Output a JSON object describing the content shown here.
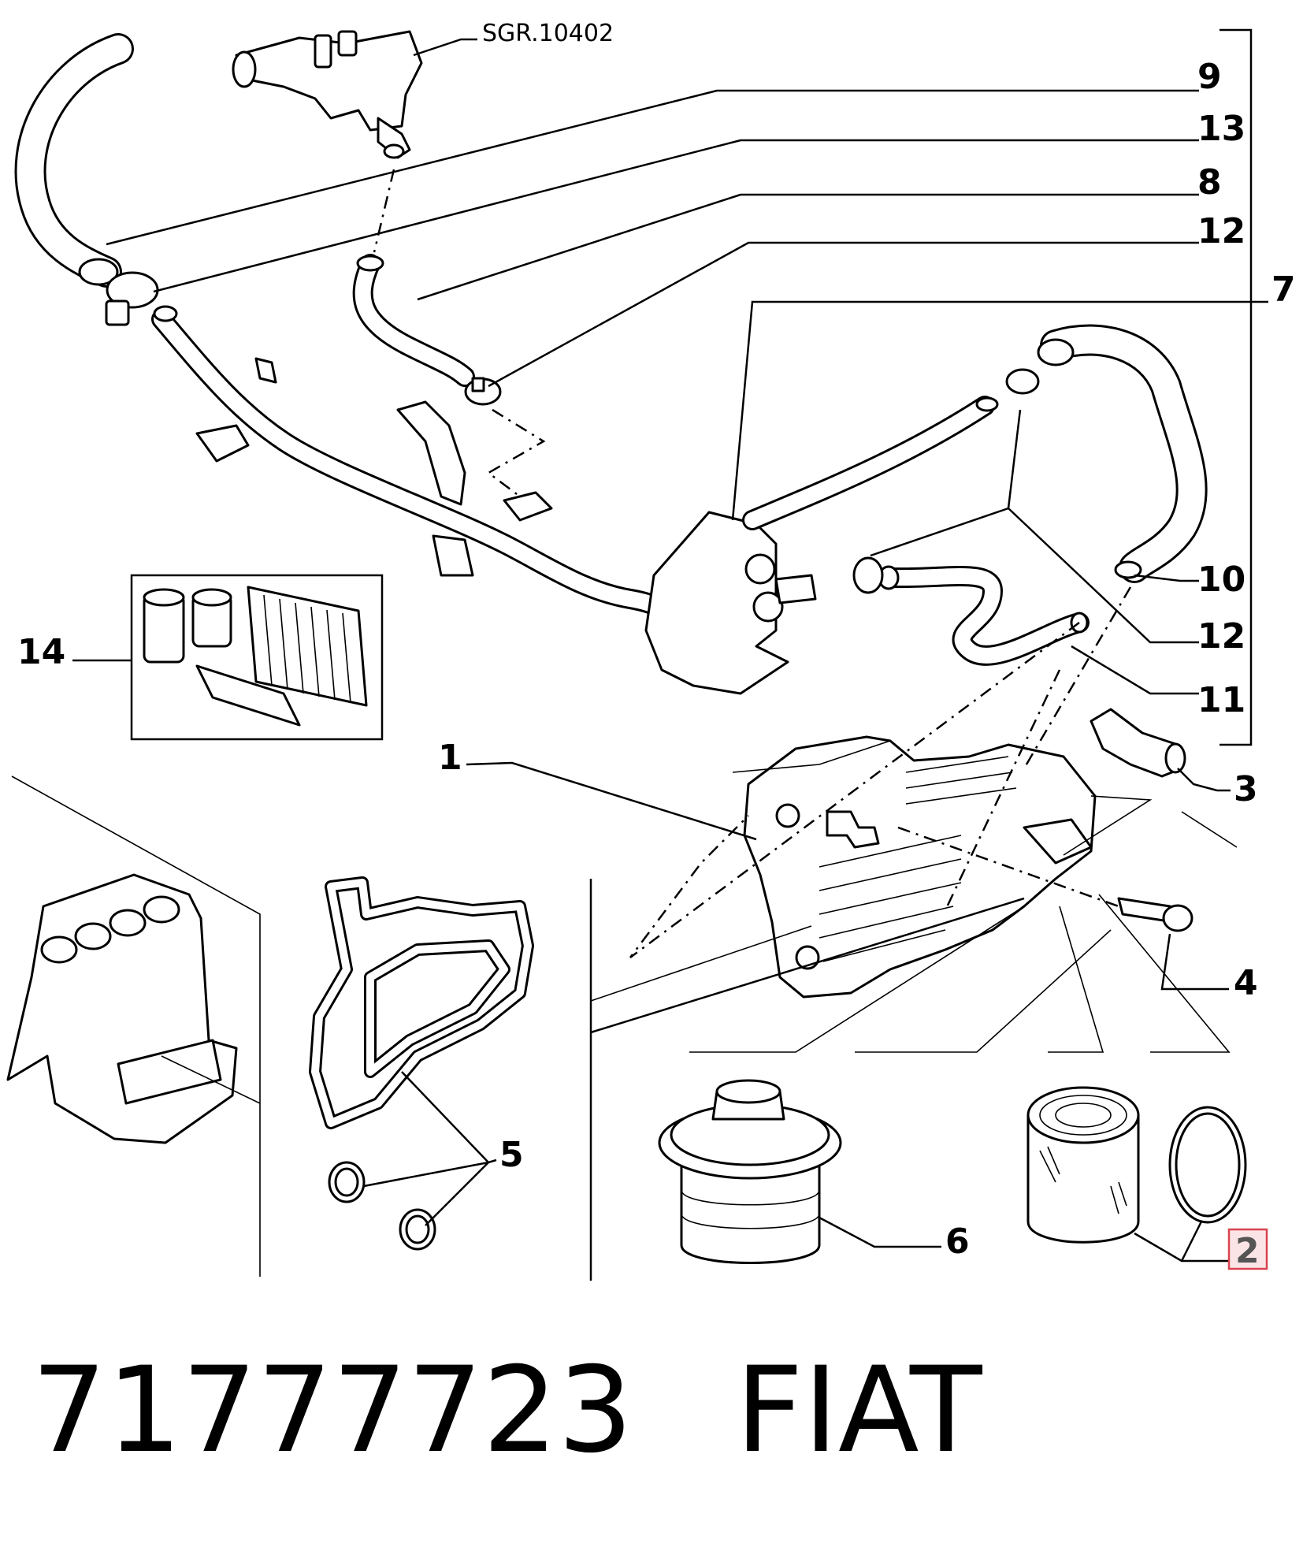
{
  "diagram": {
    "reference": "SGR.10402",
    "callouts": [
      "9",
      "13",
      "8",
      "12",
      "7",
      "10",
      "12",
      "11",
      "14",
      "1",
      "3",
      "4",
      "5",
      "6",
      "2"
    ],
    "highlighted_callout": "2",
    "highlight_color": "#d9434f"
  },
  "footer": {
    "part_number": "71777723",
    "brand": "FIAT"
  }
}
